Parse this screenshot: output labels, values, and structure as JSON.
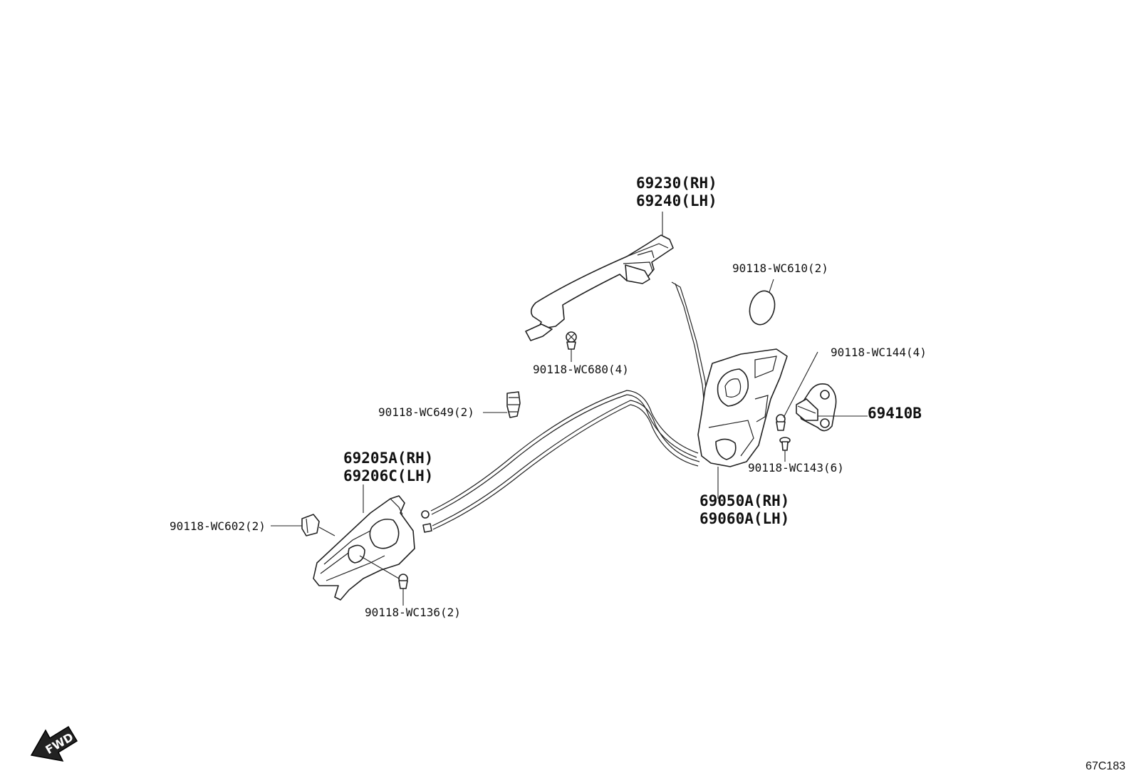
{
  "diagram": {
    "parts": {
      "outside_handle": {
        "line1": "69230(RH)",
        "line2": "69240(LH)"
      },
      "screw_wc610": "90118-WC610(2)",
      "screw_wc680": "90118-WC680(4)",
      "screw_wc144": "90118-WC144(4)",
      "striker": "69410B",
      "clip_wc649": "90118-WC649(2)",
      "screw_wc143": "90118-WC143(6)",
      "inside_handle": {
        "line1": "69205A(RH)",
        "line2": "69206C(LH)"
      },
      "lock_assembly": {
        "line1": "69050A(RH)",
        "line2": "69060A(LH)"
      },
      "clip_wc602": "90118-WC602(2)",
      "screw_wc136": "90118-WC136(2)"
    },
    "fwd_label": "FWD",
    "diagram_code": "67C183"
  }
}
